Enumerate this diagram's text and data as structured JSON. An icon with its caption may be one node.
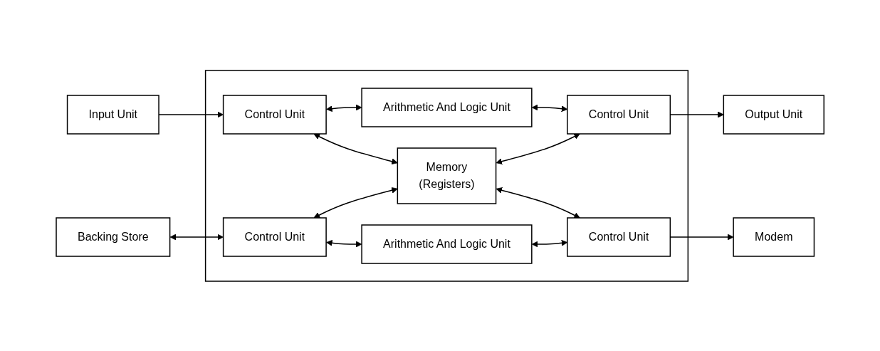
{
  "diagram": {
    "nodes": [
      {
        "text": [],
        "shape": "box"
      },
      {
        "text": [
          "Arithmetic And Logic Unit"
        ],
        "in": 0
      },
      {
        "text": [
          "Input Unit"
        ]
      },
      {
        "text": [
          "Control Unit"
        ],
        "in": 0
      },
      {
        "text": [
          "Control Unit"
        ],
        "in": 0
      },
      {
        "text": [
          "Output Unit"
        ]
      },
      {
        "text": [
          "Memory",
          "(Registers)"
        ],
        "in": 0
      },
      {
        "text": [
          "Backing Store"
        ]
      },
      {
        "text": [
          "Control Unit"
        ],
        "in": 0
      },
      {
        "text": [
          "Control Unit"
        ],
        "in": 0
      },
      {
        "text": [
          "Modem"
        ]
      },
      {
        "text": [
          "Arithmetic And Logic Unit"
        ],
        "in": 0
      }
    ],
    "edges": [
      {
        "from": 3,
        "to": 1,
        "arrow": "both"
      },
      {
        "from": 1,
        "to": 4,
        "arrow": "both"
      },
      {
        "from": 2,
        "to": 3,
        "arrow": "to"
      },
      {
        "from": 3,
        "to": 6,
        "arrow": "both"
      },
      {
        "from": 6,
        "to": 4,
        "arrow": "both"
      },
      {
        "from": 4,
        "to": 5,
        "arrow": "to"
      },
      {
        "from": 7,
        "to": 8,
        "arrow": "both"
      },
      {
        "from": 8,
        "to": 6,
        "arrow": "both"
      },
      {
        "from": 6,
        "to": 9,
        "arrow": "both"
      },
      {
        "from": 9,
        "to": 10,
        "arrow": "to"
      },
      {
        "from": 8,
        "to": 11,
        "arrow": "both"
      },
      {
        "from": 11,
        "to": 9,
        "arrow": "both"
      }
    ]
  }
}
